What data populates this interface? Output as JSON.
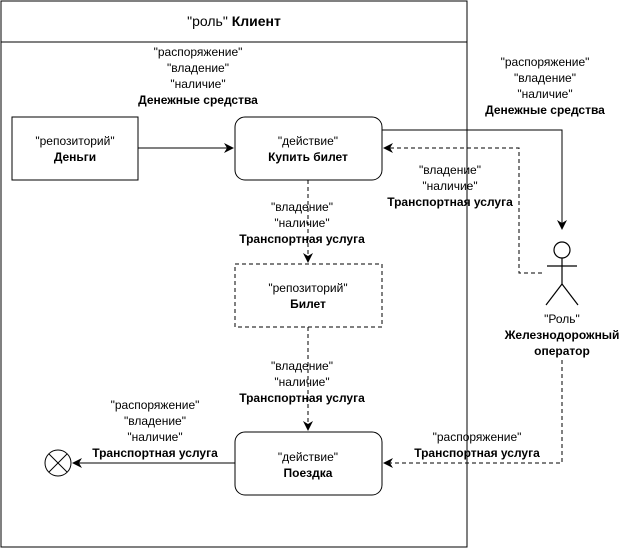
{
  "swimlane": {
    "title_quoted": "\"роль\"",
    "title_bold": "Клиент"
  },
  "nodes": {
    "money": {
      "stereotype": "\"репозиторий\"",
      "name": "Деньги"
    },
    "buy": {
      "stereotype": "\"действие\"",
      "name": "Купить билет"
    },
    "ticket": {
      "stereotype": "\"репозиторий\"",
      "name": "Билет"
    },
    "trip": {
      "stereotype": "\"действие\"",
      "name": "Поездка"
    },
    "operator": {
      "stereotype": "\"Роль\"",
      "name_line1": "Железнодорожный",
      "name_line2": "оператор"
    }
  },
  "edge_labels": {
    "money_to_buy": {
      "lines": [
        "\"распоряжение\"",
        "\"владение\"",
        "\"наличие\""
      ],
      "bold": "Денежные средства"
    },
    "buy_to_operator": {
      "lines": [
        "\"распоряжение\"",
        "\"владение\"",
        "\"наличие\""
      ],
      "bold": "Денежные средства"
    },
    "operator_to_buy": {
      "lines": [
        "\"владение\"",
        "\"наличие\""
      ],
      "bold": "Транспортная услуга"
    },
    "buy_to_ticket": {
      "lines": [
        "\"владение\"",
        "\"наличие\""
      ],
      "bold": "Транспортная услуга"
    },
    "ticket_to_trip": {
      "lines": [
        "\"владение\"",
        "\"наличие\""
      ],
      "bold": "Транспортная услуга"
    },
    "trip_to_end": {
      "lines": [
        "\"распоряжение\"",
        "\"владение\"",
        "\"наличие\""
      ],
      "bold": "Транспортная услуга"
    },
    "operator_to_trip": {
      "lines": [
        "\"распоряжение\""
      ],
      "bold": "Транспортная услуга"
    }
  }
}
